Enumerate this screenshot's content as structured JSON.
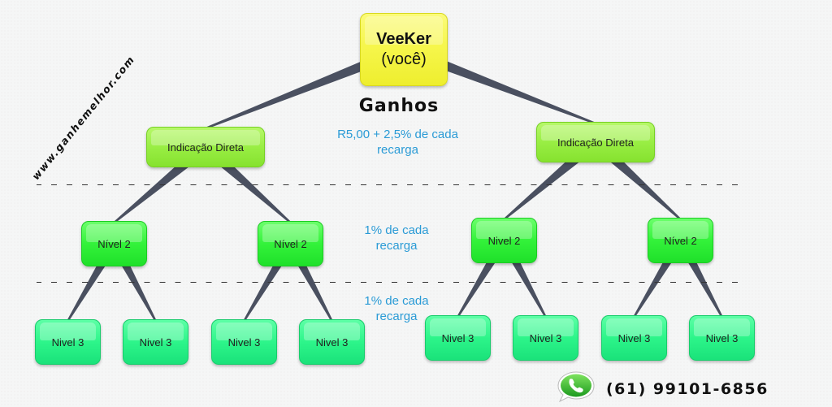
{
  "diagram": {
    "root": {
      "title": "VeeKer",
      "subtitle": "(você)"
    },
    "earnings_heading": "Ganhos",
    "level_notes": [
      "R5,00 + 2,5% de cada recarga",
      "1% de cada recarga",
      "1% de cada recarga"
    ],
    "level1": [
      {
        "label": "Indicação Direta"
      },
      {
        "label": "Indicação Direta"
      }
    ],
    "level2": [
      {
        "label": "Nível 2",
        "parent": 0
      },
      {
        "label": "Nível 2",
        "parent": 0
      },
      {
        "label": "Nivel 2",
        "parent": 1
      },
      {
        "label": "Nível 2",
        "parent": 1
      }
    ],
    "level3": [
      {
        "label": "Nivel 3",
        "parent": 0
      },
      {
        "label": "Nivel 3",
        "parent": 0
      },
      {
        "label": "Nivel 3",
        "parent": 1
      },
      {
        "label": "Nivel 3",
        "parent": 1
      },
      {
        "label": "Nivel 3",
        "parent": 2
      },
      {
        "label": "Nivel 3",
        "parent": 2
      },
      {
        "label": "Nivel 3",
        "parent": 3
      },
      {
        "label": "Nivel 3",
        "parent": 3
      }
    ],
    "colors": {
      "root": "#f6f64c",
      "level1": "#99ee44",
      "level2": "#33f23a",
      "level3": "#2df58a",
      "connector": "#4a5060",
      "note_text": "#2b9bd6"
    }
  },
  "watermark": "www.ganhemelhor.com",
  "contact": {
    "icon": "whatsapp-icon",
    "phone": "(61) 99101-6856"
  }
}
